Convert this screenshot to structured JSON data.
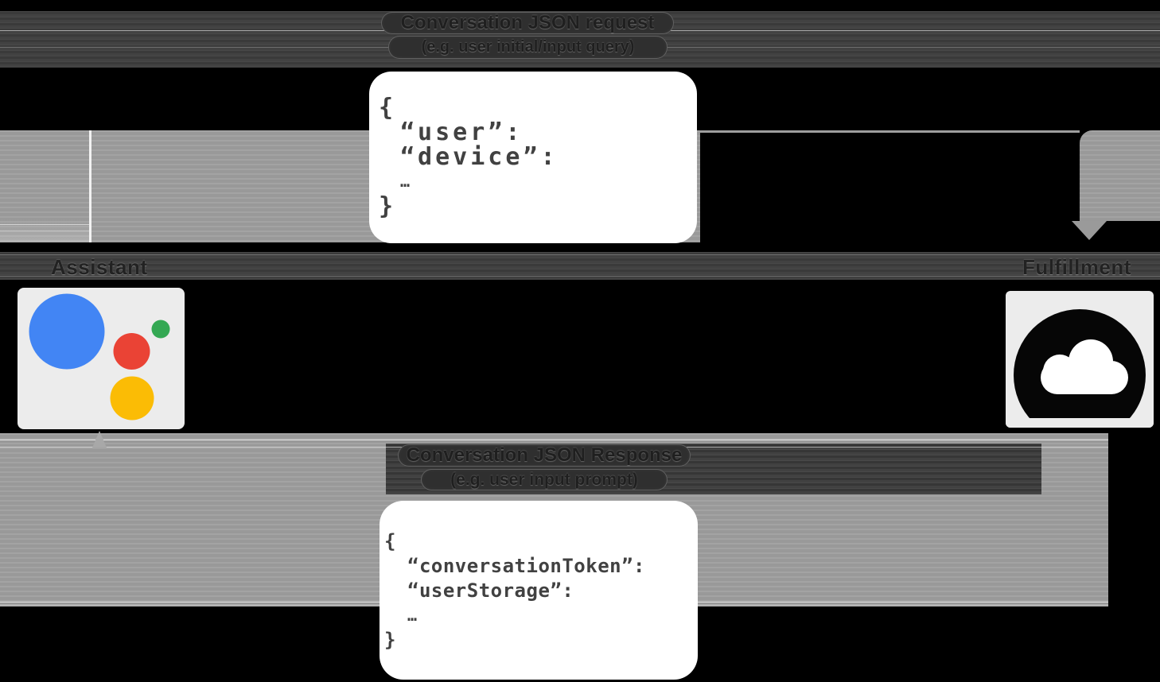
{
  "request": {
    "label_line1": "Conversation JSON request",
    "label_line2": "(e.g. user initial/input query)",
    "code_lines": [
      "{",
      "“user”:",
      "“device”:",
      "…",
      "}"
    ]
  },
  "response": {
    "label_line1": "Conversation JSON Response",
    "label_line2": "(e.g. user input prompt)",
    "code_lines": [
      "{",
      "“conversationToken”:",
      "“userStorage”:",
      "…",
      "}"
    ]
  },
  "actors": {
    "assistant_label": "Assistant",
    "fulfillment_label": "Fulfillment"
  },
  "icons": {
    "assistant": "google-assistant-logo",
    "fulfillment": "google-cloud-icon",
    "request_arrowhead": "arrowhead-down",
    "response_arrowhead": "arrowhead-up"
  },
  "colors": {
    "background": "#000000",
    "arrow_gray": "#9e9e9e",
    "band_dark": "#3e3e3e",
    "card_background": "#ececec",
    "code_box_background": "#ffffff",
    "code_text": "#414141",
    "assistant_blue": "#4285F4",
    "assistant_red": "#EA4335",
    "assistant_green": "#34A853",
    "assistant_yellow": "#FBBC05",
    "cloud_icon": "#060606"
  }
}
